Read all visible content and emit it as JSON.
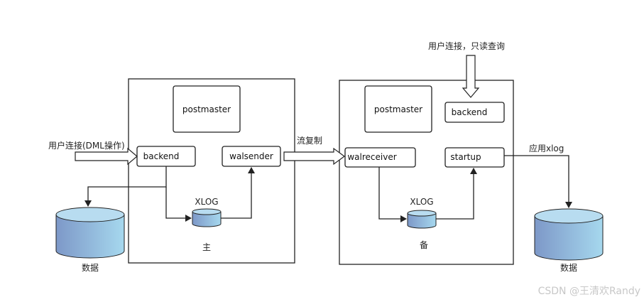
{
  "primary": {
    "postmaster_label": "postmaster",
    "backend_label": "backend",
    "walsender_label": "walsender",
    "xlog_label": "XLOG",
    "role_label": "主"
  },
  "standby": {
    "postmaster_label": "postmaster",
    "backend_label": "backend",
    "walreceiver_label": "walreceiver",
    "startup_label": "startup",
    "xlog_label": "XLOG",
    "role_label": "备"
  },
  "edges": {
    "user_dml_label": "用户连接(DML操作)",
    "streaming_label": "流复制",
    "user_readonly_label": "用户连接，只读查询",
    "apply_xlog_label": "应用xlog"
  },
  "storage": {
    "left_label": "数据",
    "right_label": "数据"
  },
  "watermark": "CSDN @王清欢Randy",
  "colors": {
    "cyl_top": "#b8dcf0",
    "cyl_body_start": "#7d98c8",
    "cyl_body_end": "#a6d8ee",
    "stroke": "#1f1f1f"
  }
}
